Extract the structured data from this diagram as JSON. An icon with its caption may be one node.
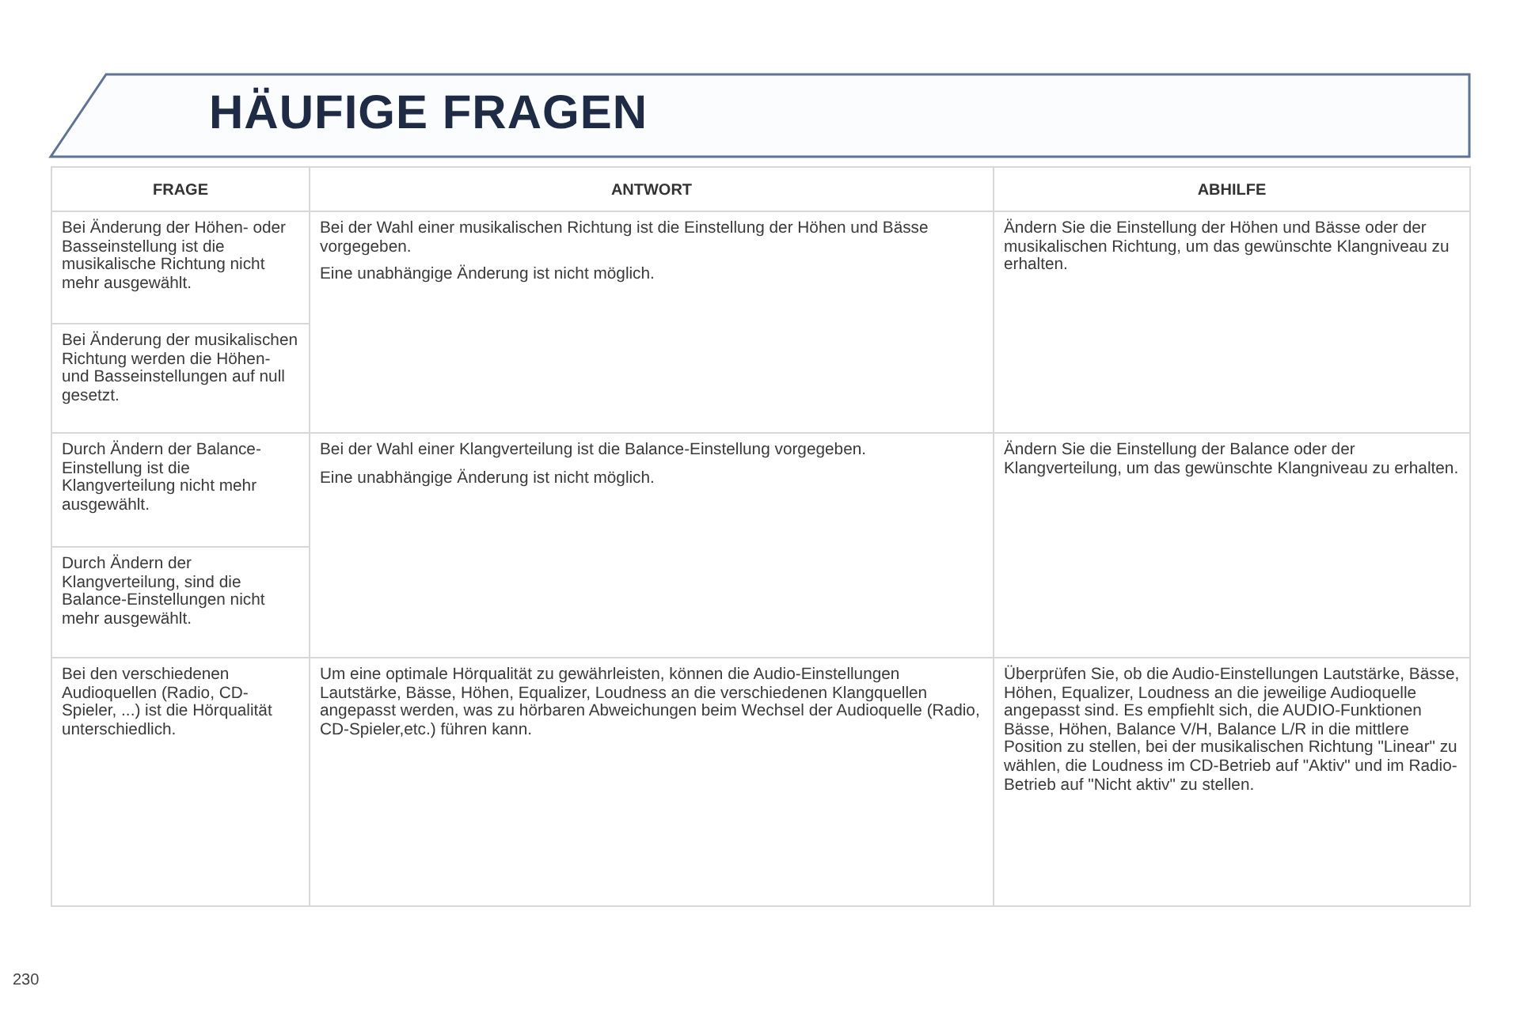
{
  "diagram": {
    "title": "HÄUFIGE FRAGEN",
    "labels": [
      "FRAGE",
      "ANTWORT",
      "ABHILFE",
      "Bei Änderung der Höhen- oder Basseinstellung ist die musikalische Richtung nicht mehr ausgewählt.",
      "Bei der Wahl einer musikalischen Richtung ist die Einstellung der Höhen und Bässe vorgegeben.",
      "Eine unabhängige Änderung ist nicht möglich.",
      "Ändern Sie die Einstellung der Höhen und Bässe oder der musikalischen Richtung, um das gewünschte Klangniveau zu erhalten.",
      "Bei Änderung der musikalischen Richtung werden die Höhen- und Basseinstellungen auf null gesetzt.",
      "Durch Ändern der Balance-Einstellung ist die Klangverteilung nicht mehr ausgewählt.",
      "Bei der Wahl einer Klangverteilung ist die Balance-Einstellung vorgegeben.",
      "Eine unabhängige Änderung ist nicht möglich.",
      "Ändern Sie die Einstellung der Balance oder der Klangverteilung, um das gewünschte Klangniveau zu erhalten.",
      "Durch Ändern der Klangverteilung, sind die Balance-Einstellungen nicht mehr ausgewählt.",
      "Bei den verschiedenen Audioquellen (Radio, CD-Spieler, ...) ist die Hörqualität unterschiedlich.",
      "Um eine optimale Hörqualität zu gewährleisten, können die Audio-Einstellungen Lautstärke, Bässe, Höhen, Equalizer, Loudness an die verschiedenen Klangquellen angepasst werden, was zu hörbaren Abweichungen beim Wechsel der Audioquelle (Radio, CD-Spieler,etc.) führen kann.",
      "Überprüfen Sie, ob die Audio-Einstellungen Lautstärke, Bässe, Höhen, Equalizer, Loudness an die jeweilige Audioquelle angepasst sind. Es empfiehlt sich, die AUDIO-Funktionen Bässe, Höhen, Balance V/H, Balance L/R in die mittlere Position zu stellen, bei der musikalischen Richtung \"Linear\" zu wählen, die Loudness im CD-Betrieb auf \"Aktiv\" und im Radio-Betrieb auf \"Nicht aktiv\" zu stellen.",
      "230"
    ]
  }
}
